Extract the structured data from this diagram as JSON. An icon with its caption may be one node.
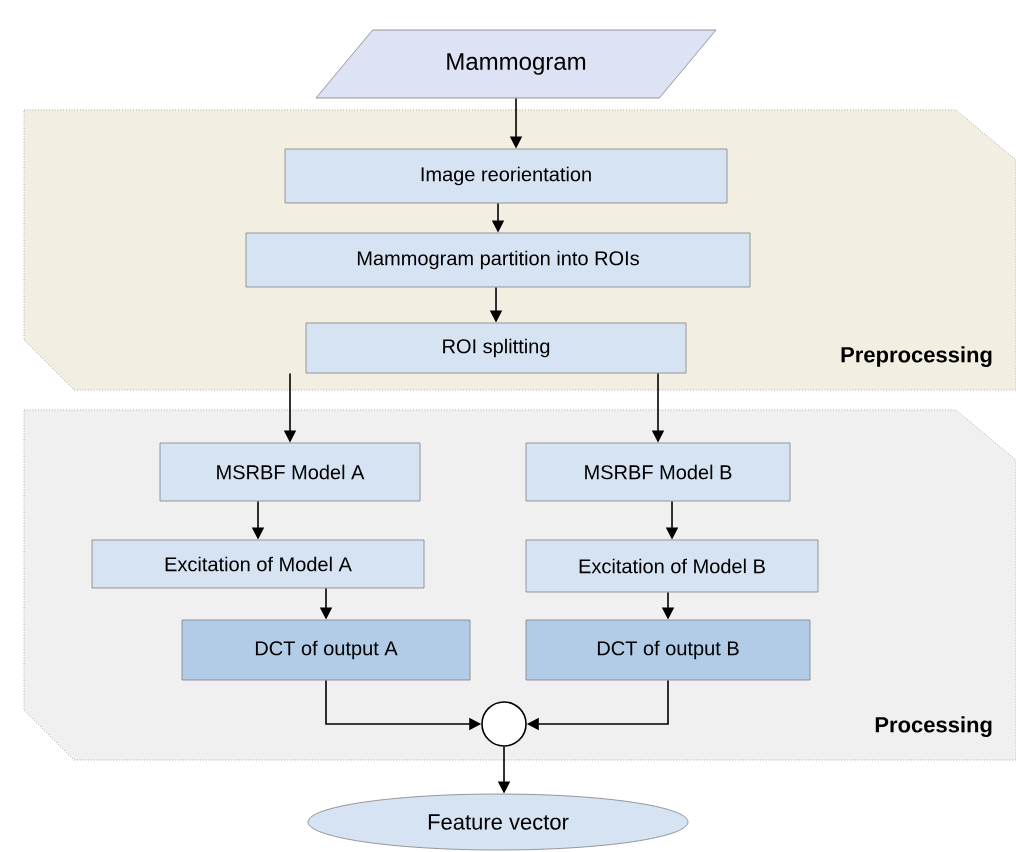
{
  "diagram": {
    "nodes": [
      {
        "text": [
          "Mammogram"
        ]
      },
      {
        "text": [
          "Preprocessing"
        ]
      },
      {
        "text": [
          "Image reorientation"
        ],
        "in": 1
      },
      {
        "text": [
          "Mammogram partition into ROIs"
        ],
        "in": 1
      },
      {
        "text": [
          "ROI splitting"
        ],
        "in": 1
      },
      {
        "text": [
          "Processing"
        ]
      },
      {
        "text": [
          "MSRBF Model A"
        ],
        "in": 5
      },
      {
        "text": [
          "MSRBF Model B"
        ],
        "in": 5
      },
      {
        "text": [
          "Excitation of Model A"
        ],
        "in": 5
      },
      {
        "text": [
          "Excitation of Model B"
        ],
        "in": 5
      },
      {
        "text": [
          "DCT of output A"
        ],
        "in": 5
      },
      {
        "text": [
          "DCT of output B"
        ],
        "in": 5
      },
      {
        "text": [],
        "shape": "circle",
        "in": 5
      },
      {
        "text": [
          "Feature vector"
        ]
      }
    ],
    "edges": [
      {
        "from": 0,
        "to": 2,
        "arrow": "to"
      },
      {
        "from": 2,
        "to": 3,
        "arrow": "to"
      },
      {
        "from": 3,
        "to": 4,
        "arrow": "to"
      },
      {
        "from": 4,
        "to": 6,
        "arrow": "to"
      },
      {
        "from": 4,
        "to": 7,
        "arrow": "to"
      },
      {
        "from": 6,
        "to": 8,
        "arrow": "to"
      },
      {
        "from": 7,
        "to": 9,
        "arrow": "to"
      },
      {
        "from": 8,
        "to": 10,
        "arrow": "to"
      },
      {
        "from": 9,
        "to": 11,
        "arrow": "to"
      },
      {
        "from": 10,
        "to": 12,
        "arrow": "to"
      },
      {
        "from": 11,
        "to": 12,
        "arrow": "to"
      },
      {
        "from": 12,
        "to": 13,
        "arrow": "to"
      }
    ]
  }
}
